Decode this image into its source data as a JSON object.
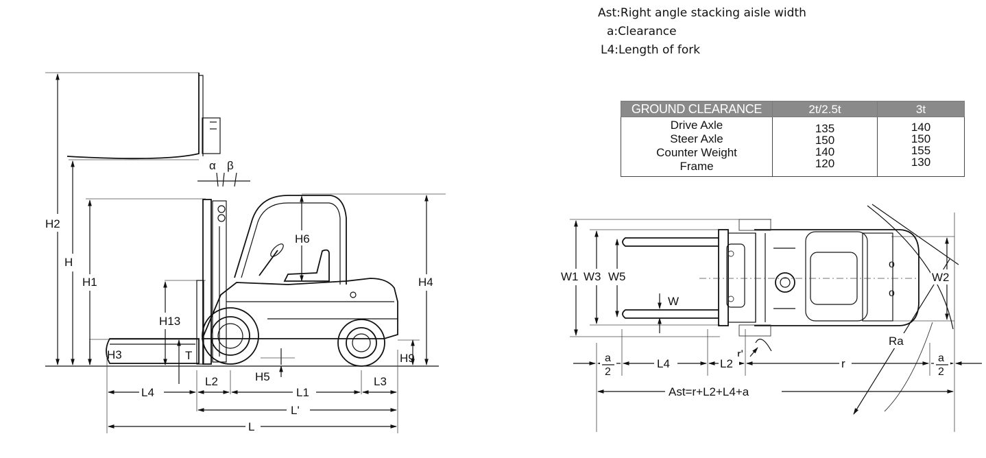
{
  "legend": {
    "line1": "Ast:Right angle stacking aisle width",
    "line2": "a:Clearance",
    "line3": "L4:Length of fork"
  },
  "ground_clearance_table": {
    "columns": [
      "GROUND CLEARANCE",
      "2t/2.5t",
      "3t"
    ],
    "rows": [
      {
        "name": "Drive Axle",
        "v1": "135",
        "v2": "140"
      },
      {
        "name": "Steer Axle",
        "v1": "150",
        "v2": "150"
      },
      {
        "name": "Counter Weight",
        "v1": "140",
        "v2": "155"
      },
      {
        "name": "Frame",
        "v1": "120",
        "v2": "130"
      }
    ]
  },
  "side_view_labels": {
    "H2": "H2",
    "H": "H",
    "H1": "H1",
    "H3": "H3",
    "H13": "H13",
    "T": "T",
    "H6": "H6",
    "H4": "H4",
    "H5": "H5",
    "H9": "H9",
    "alpha": "α",
    "beta": "β",
    "L4": "L4",
    "L2": "L2",
    "L1": "L1",
    "L3": "L3",
    "Lprime": "L'",
    "L": "L"
  },
  "top_view_labels": {
    "W1": "W1",
    "W3": "W3",
    "W5": "W5",
    "W": "W",
    "W2": "W2",
    "Ra": "Ra",
    "rprime": "r'",
    "r": "r",
    "a_num": "a",
    "a_den": "2",
    "L4": "L4",
    "L2": "L2",
    "Ast": "Ast=r+L2+L4+a"
  }
}
